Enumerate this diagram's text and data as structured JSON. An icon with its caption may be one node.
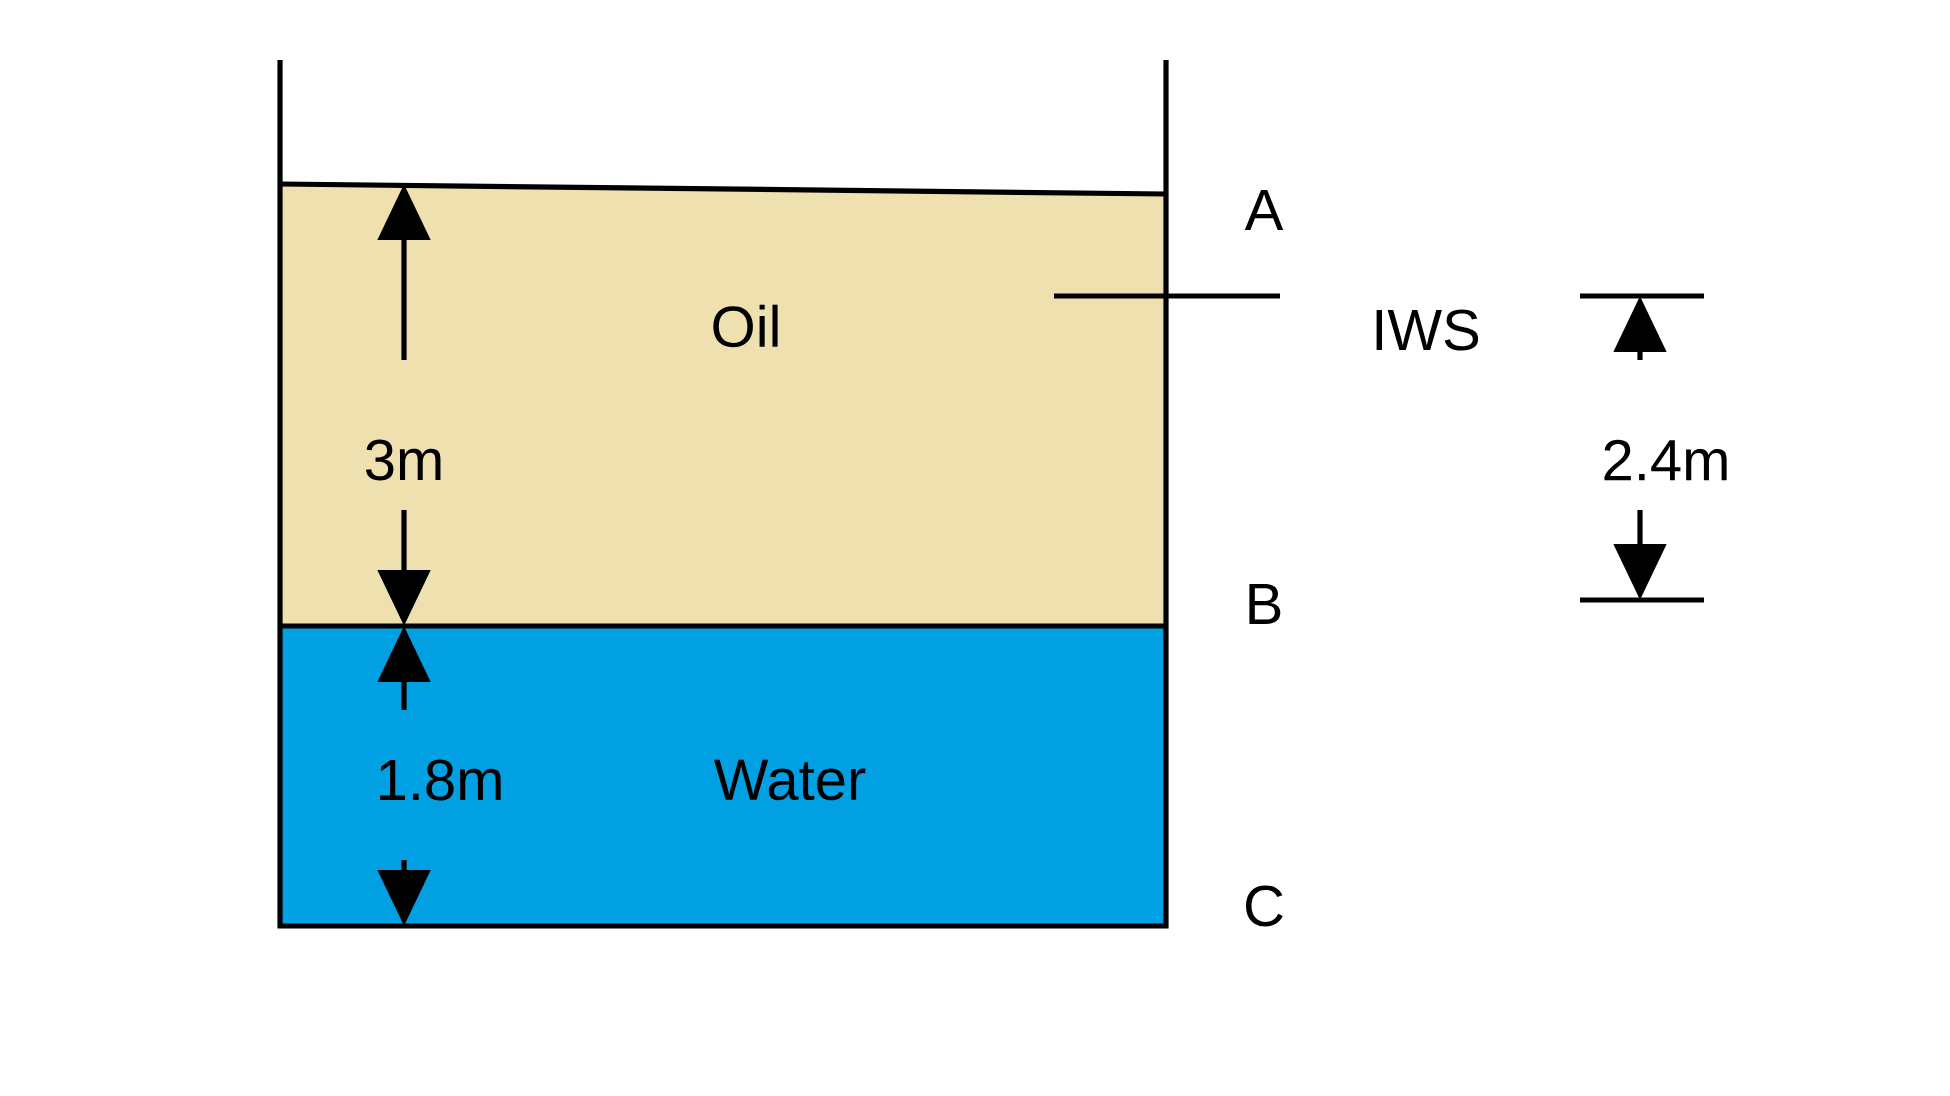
{
  "diagram": {
    "nodes": [
      {
        "text": [
          "Oil"
        ]
      },
      {
        "text": [
          "Water"
        ]
      }
    ],
    "labels": [
      "A",
      "IWS",
      "3m",
      "2.4m",
      "B",
      "1.8m",
      "C"
    ]
  }
}
